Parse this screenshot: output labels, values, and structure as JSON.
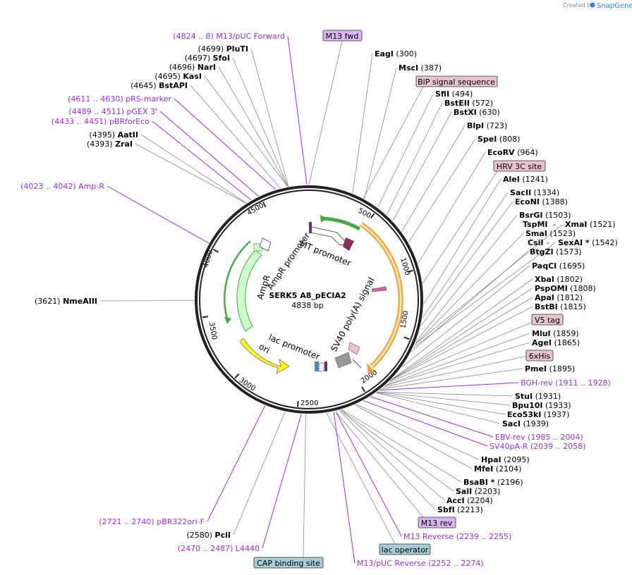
{
  "credit": {
    "prefix": "Created by",
    "brand": "SnapGene"
  },
  "center": {
    "name": "SERK5 A8_pECIA2",
    "size": "4838 bp"
  },
  "ticks": [
    "500",
    "1000",
    "1500",
    "2000",
    "2500",
    "3000",
    "3500",
    "4000",
    "4500"
  ],
  "colors": {
    "primer": "#9b30d9",
    "ampr_fill": "#ccffcc",
    "ampr_stroke": "#44aa44",
    "ori": "#ffff00",
    "orange": "#f0a030",
    "bip": "#cc6699",
    "tag_fill": "#e6c4cc",
    "primer_box": "#d8b4f0",
    "blue_box": "#a6ccd6"
  },
  "boxes": {
    "m13fwd": "M13 fwd",
    "bip": "BiP signal sequence",
    "hrv": "HRV 3C site",
    "v5": "V5 tag",
    "his": "6xHis",
    "m13rev": "M13 rev",
    "lacop": "lac operator",
    "cap": "CAP binding site"
  },
  "features": {
    "mt": "MT promoter",
    "ampr_promoter": "AmpR promoter",
    "ampr": "AmpR",
    "lac": "lac promoter",
    "ori": "ori",
    "sv40": "SV40 poly(A) signal"
  },
  "left_labels": [
    {
      "pos": "(4824 .. 8)",
      "name": "M13/pUC Forward",
      "purple": true
    },
    {
      "pos": "(4699)",
      "name": "PluTI"
    },
    {
      "pos": "(4697)",
      "name": "SfoI"
    },
    {
      "pos": "(4696)",
      "name": "NarI"
    },
    {
      "pos": "(4695)",
      "name": "KasI"
    },
    {
      "pos": "(4645)",
      "name": "BstAPI"
    },
    {
      "pos": "(4611 .. 4630)",
      "name": "pRS-marker",
      "purple": true
    },
    {
      "pos": "(4489 .. 4511)",
      "name": "pGEX 3'",
      "purple": true
    },
    {
      "pos": "(4433 .. 4451)",
      "name": "pBRforEco",
      "purple": true
    },
    {
      "pos": "(4395)",
      "name": "AatII"
    },
    {
      "pos": "(4393)",
      "name": "ZraI"
    },
    {
      "pos": "(4023 .. 4042)",
      "name": "Amp-R",
      "purple": true
    },
    {
      "pos": "(3621)",
      "name": "NmeAIII"
    },
    {
      "pos": "(2721 .. 2740)",
      "name": "pBR322ori-F",
      "purple": true
    },
    {
      "pos": "(2580)",
      "name": "PciI"
    },
    {
      "pos": "(2470 .. 2487)",
      "name": "L4440",
      "purple": true
    }
  ],
  "right_labels": [
    {
      "name": "EagI",
      "pos": "(300)"
    },
    {
      "name": "MscI",
      "pos": "(387)"
    },
    {
      "name": "SfiI",
      "pos": "(494)"
    },
    {
      "name": "BstEII",
      "pos": "(572)"
    },
    {
      "name": "BstXI",
      "pos": "(630)"
    },
    {
      "name": "BlpI",
      "pos": "(723)"
    },
    {
      "name": "SpeI",
      "pos": "(808)"
    },
    {
      "name": "EcoRV",
      "pos": "(964)"
    },
    {
      "name": "AleI",
      "pos": "(1241)"
    },
    {
      "name": "SacII",
      "pos": "(1334)"
    },
    {
      "name": "EcoNI",
      "pos": "(1388)"
    },
    {
      "name": "BsrGI",
      "pos": "(1503)"
    },
    {
      "name": "TspMI",
      "pos": ""
    },
    {
      "name": "XmaI",
      "pos": "(1521)"
    },
    {
      "name": "SmaI",
      "pos": "(1523)"
    },
    {
      "name": "CsiI",
      "pos": ""
    },
    {
      "name": "SexAI *",
      "pos": "(1542)"
    },
    {
      "name": "BtgZI",
      "pos": "(1573)"
    },
    {
      "name": "PaqCI",
      "pos": "(1695)"
    },
    {
      "name": "XbaI",
      "pos": "(1802)"
    },
    {
      "name": "PspOMI",
      "pos": "(1808)"
    },
    {
      "name": "ApaI",
      "pos": "(1812)"
    },
    {
      "name": "BstBI",
      "pos": "(1815)"
    },
    {
      "name": "MluI",
      "pos": "(1859)"
    },
    {
      "name": "AgeI",
      "pos": "(1865)"
    },
    {
      "name": "PmeI",
      "pos": "(1895)"
    },
    {
      "name": "BGH-rev",
      "pos": "(1911 .. 1928)",
      "purple": true
    },
    {
      "name": "StuI",
      "pos": "(1931)"
    },
    {
      "name": "Bpu10I",
      "pos": "(1933)"
    },
    {
      "name": "Eco53kI",
      "pos": "(1937)"
    },
    {
      "name": "SacI",
      "pos": "(1939)"
    },
    {
      "name": "EBV-rev",
      "pos": "(1985 .. 2004)",
      "purple": true
    },
    {
      "name": "SV40pA-R",
      "pos": "(2039 .. 2058)",
      "purple": true
    },
    {
      "name": "HpaI",
      "pos": "(2095)"
    },
    {
      "name": "MfeI",
      "pos": "(2104)"
    },
    {
      "name": "BsaBI *",
      "pos": "(2196)"
    },
    {
      "name": "SalI",
      "pos": "(2203)"
    },
    {
      "name": "AccI",
      "pos": "(2204)"
    },
    {
      "name": "SbfI",
      "pos": "(2213)"
    },
    {
      "name": "M13 Reverse",
      "pos": "(2239 .. 2255)",
      "purple": true
    },
    {
      "name": "M13/pUC Reverse",
      "pos": "(2252 .. 2274)",
      "purple": true
    }
  ],
  "dash": "-"
}
